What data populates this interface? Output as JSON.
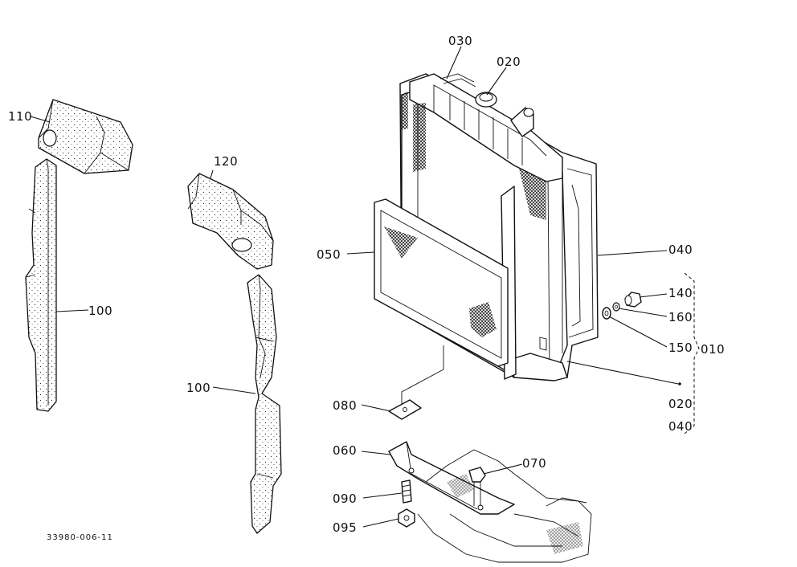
{
  "labels": {
    "p110": "110",
    "p100_left": "100",
    "p120": "120",
    "p100_mid": "100",
    "p030": "030",
    "p020_top": "020",
    "p050": "050",
    "p040_right": "040",
    "p140": "140",
    "p160": "160",
    "p150": "150",
    "p010": "010",
    "p020_bottom": "020",
    "p040_bottom": "040",
    "p080": "080",
    "p060": "060",
    "p070": "070",
    "p090": "090",
    "p095": "095"
  },
  "drawing_code": "33980-006-11"
}
